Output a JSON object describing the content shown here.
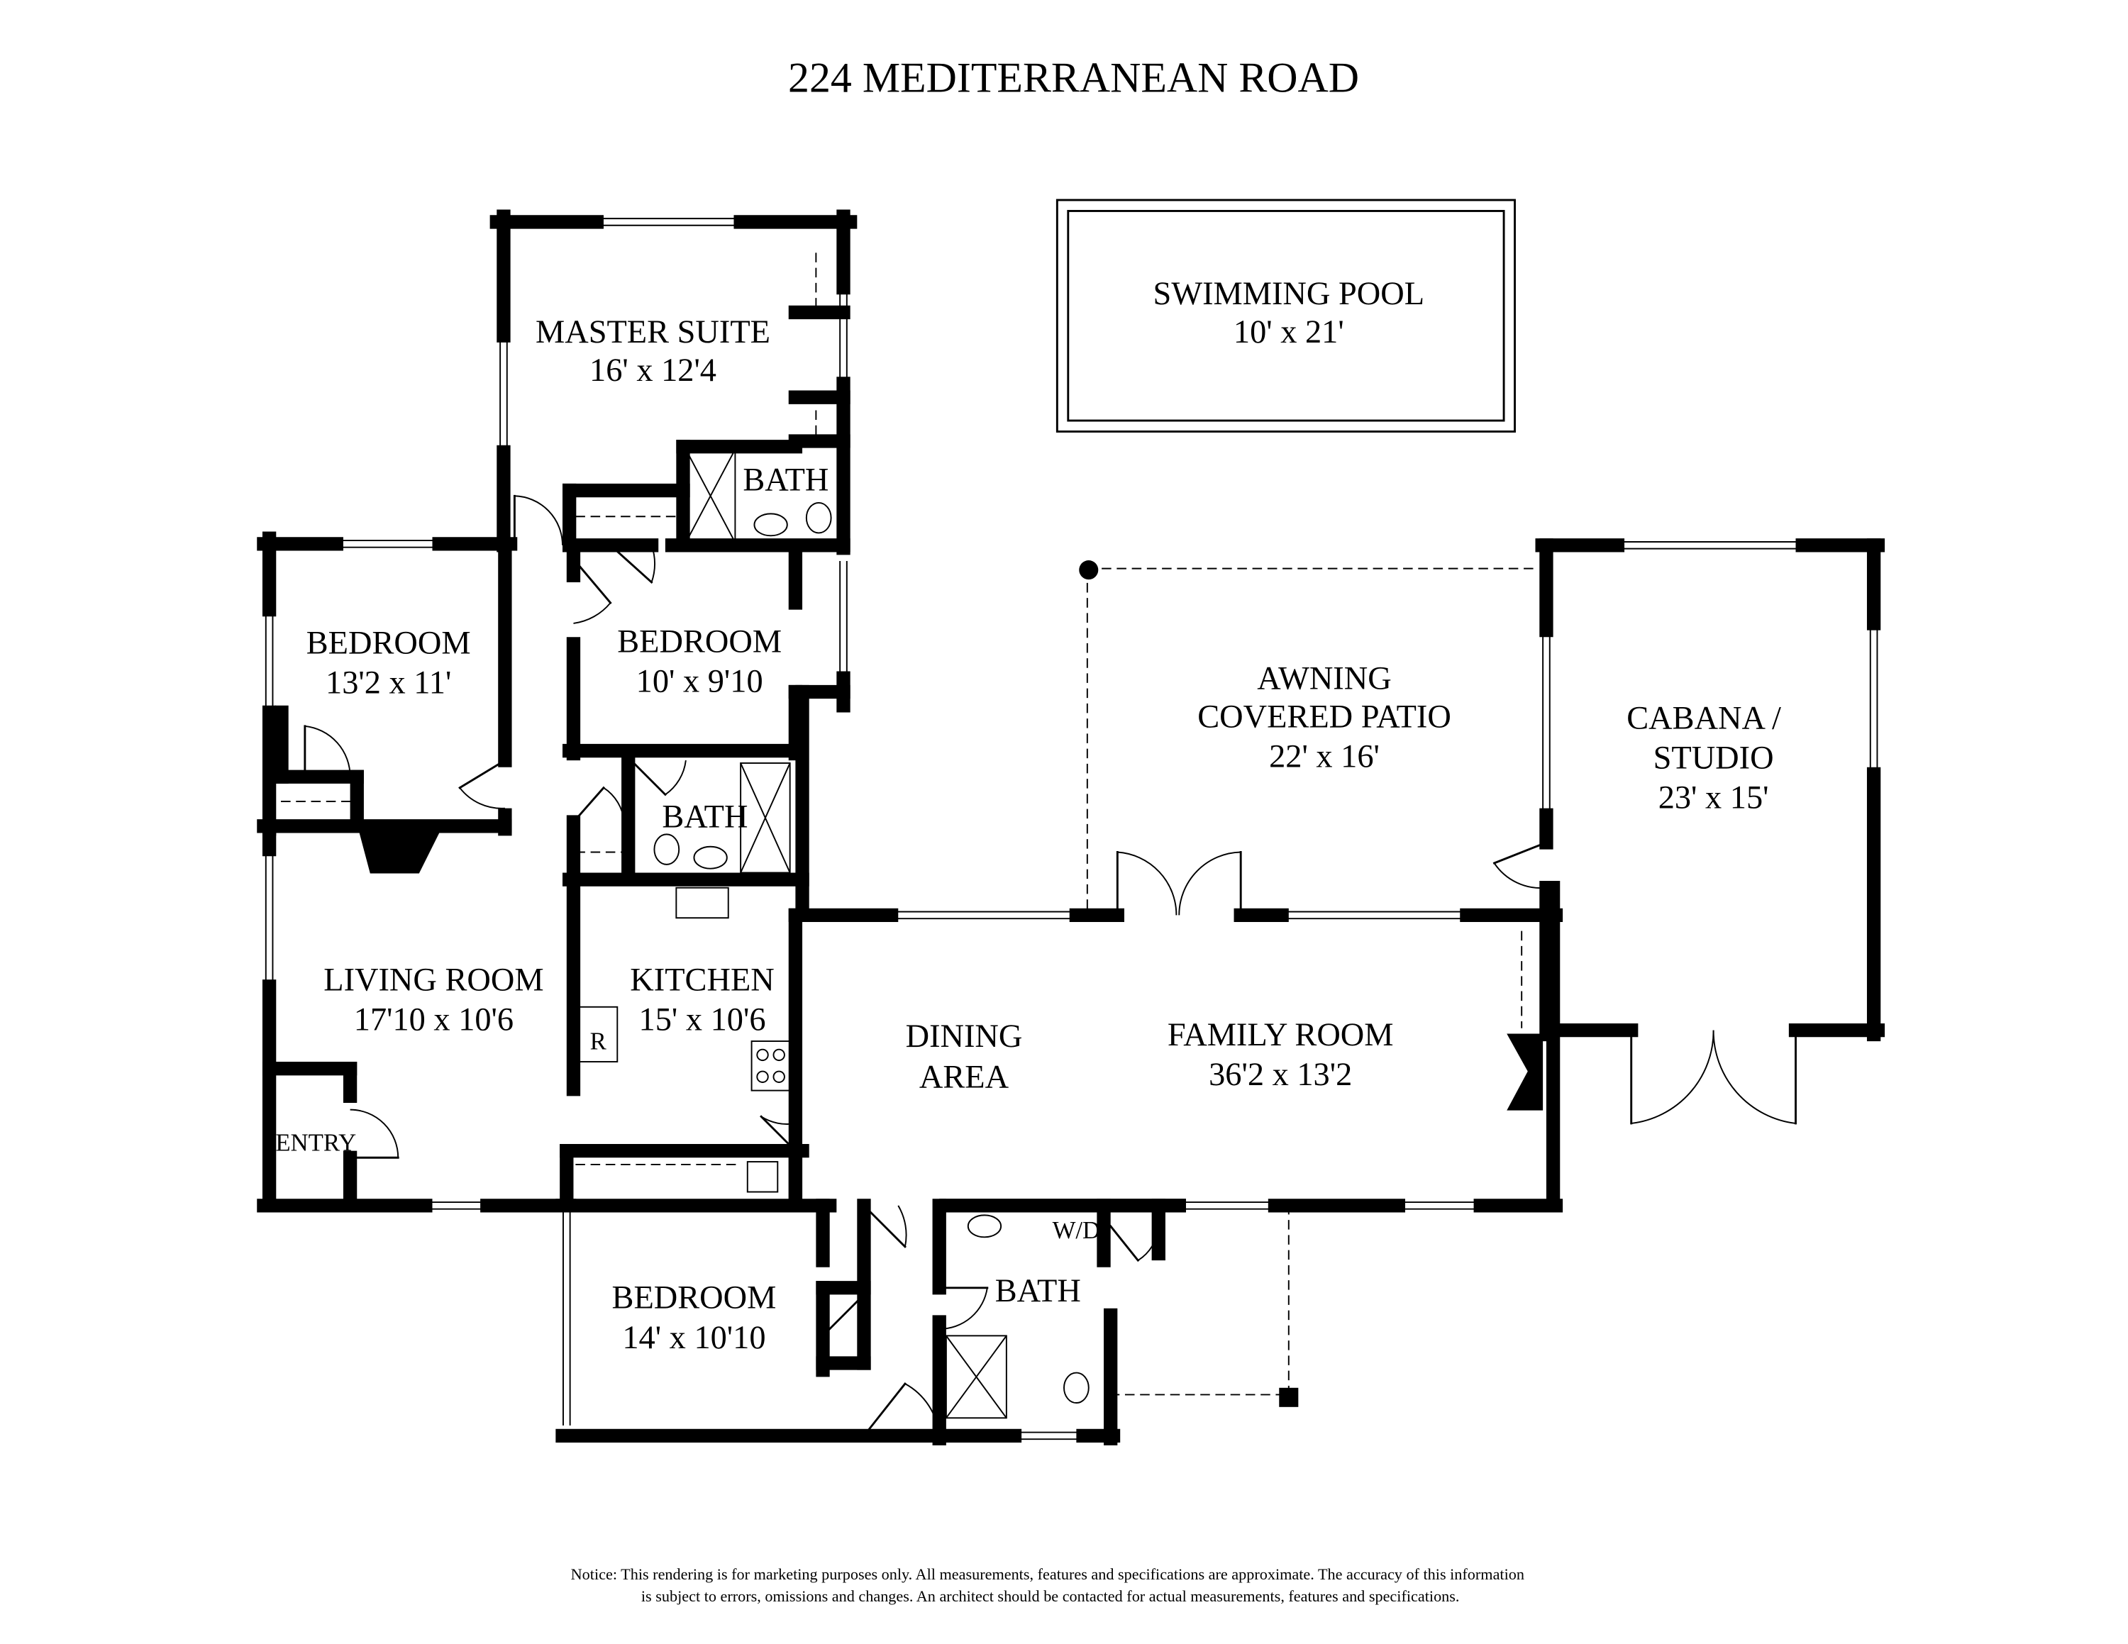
{
  "title": "224 MEDITERRANEAN ROAD",
  "rooms": {
    "pool": {
      "name": "SWIMMING POOL",
      "dims": "10' x 21'"
    },
    "master": {
      "name": "MASTER SUITE",
      "dims": "16' x 12'4"
    },
    "master_bath": {
      "name": "BATH"
    },
    "bedroom1": {
      "name": "BEDROOM",
      "dims": "13'2 x 11'"
    },
    "bedroom2": {
      "name": "BEDROOM",
      "dims": "10' x 9'10"
    },
    "bath2": {
      "name": "BATH"
    },
    "patio": {
      "name1": "AWNING",
      "name2": "COVERED PATIO",
      "dims": "22' x 16'"
    },
    "cabana": {
      "name1": "CABANA /",
      "name2": "STUDIO",
      "dims": "23' x 15'"
    },
    "living": {
      "name": "LIVING ROOM",
      "dims": "17'10 x 10'6"
    },
    "kitchen": {
      "name": "KITCHEN",
      "dims": "15' x 10'6",
      "fridge": "R"
    },
    "dining": {
      "name1": "DINING",
      "name2": "AREA"
    },
    "family": {
      "name": "FAMILY ROOM",
      "dims": "36'2 x 13'2"
    },
    "entry": {
      "name": "ENTRY"
    },
    "bedroom3": {
      "name": "BEDROOM",
      "dims": "14' x 10'10"
    },
    "bath3": {
      "name": "BATH",
      "laundry": "W/D"
    }
  },
  "notice": {
    "line1": "Notice: This rendering is for marketing purposes only. All measurements, features and specifications are approximate. The accuracy of this information",
    "line2": "is subject to errors, omissions and changes. An architect should be contacted for actual measurements, features and specifications."
  }
}
